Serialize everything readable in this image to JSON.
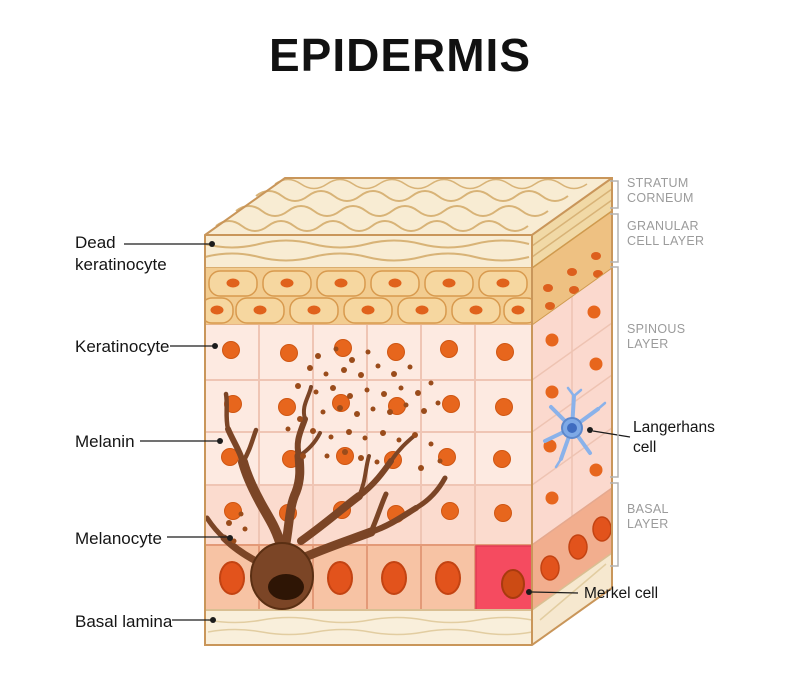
{
  "title": "EPIDERMIS",
  "left_labels": {
    "dead_keratinocyte": "Dead\nkeratinocyte",
    "keratinocyte": "Keratinocyte",
    "melanin": "Melanin",
    "melanocyte": "Melanocyte",
    "basal_lamina": "Basal lamina"
  },
  "layer_labels": {
    "stratum_corneum": "STRATUM\nCORNEUM",
    "granular": "GRANULAR\nCELL LAYER",
    "spinous": "SPINOUS\nLAYER",
    "basal": "BASAL\nLAYER"
  },
  "cell_labels": {
    "langerhans": "Langerhans\ncell",
    "merkel": "Merkel cell"
  },
  "colors": {
    "corneum": "#f8ecd3",
    "granular": "#f2cc90",
    "spinous": "#fdeae1",
    "basal_row": "#f7c3a4",
    "basal_lamina": "#f9efdb",
    "merkel_cell": "#f54b60",
    "nucleus_orange": "#e7661d",
    "melanocyte_brown": "#7b4526",
    "langerhans_blue": "#7ea9e6",
    "outline_tan": "#c9965a",
    "label_gray": "#9b9b9b"
  }
}
